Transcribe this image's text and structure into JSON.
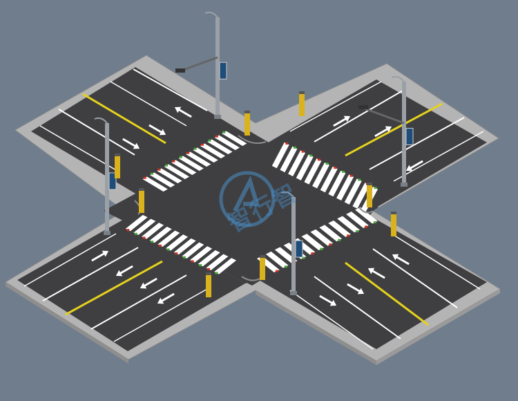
{
  "title": "",
  "scene": {
    "kind": "isometric four-way road intersection",
    "arms": [
      "northwest",
      "northeast",
      "southwest",
      "southeast"
    ],
    "crosswalk_count": 4,
    "signal_pole_count": 4,
    "pedestrian_signal_count": 8,
    "center_line_color": "yellow"
  },
  "watermark": {
    "text": "智行智",
    "color": "#4a90c8"
  },
  "colors": {
    "background": "#6f7d8d",
    "sidewalk": "#b4b4b4",
    "road": "#3f3f41",
    "lane_marking": "#ffffff",
    "center_line": "#e6d21e",
    "crosswalk_edge_red": "#d6301f",
    "crosswalk_edge_green": "#4caa3c",
    "pole": "#9aa0a6",
    "signal_housing": "#d9b21d"
  }
}
